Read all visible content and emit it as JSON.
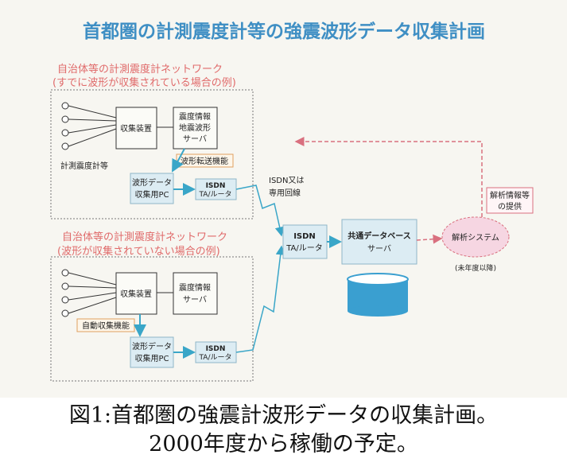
{
  "title": "首都圏の計測震度計等の強震波形データ収集計画",
  "network_a": {
    "heading_line1": "自治体等の計測震度計ネットワーク",
    "heading_line2": "(すでに波形が収集されている場合の例)",
    "collector_label": "収集装置",
    "server_line1": "震度情報",
    "server_line2": "地震波形",
    "server_line3": "サーバ",
    "sensor_label": "計測震度計等",
    "function_label": "波形転送機能",
    "pc_line1": "波形データ",
    "pc_line2": "収集用PC",
    "isdn_line1": "ISDN",
    "isdn_line2": "TA/ルータ"
  },
  "network_b": {
    "heading_line1": "自治体等の計測震度計ネットワーク",
    "heading_line2": "(波形が収集されていない場合の例)",
    "collector_label": "収集装置",
    "server_line1": "震度情報",
    "server_line2": "サーバ",
    "function_label": "自動収集機能",
    "pc_line1": "波形データ",
    "pc_line2": "収集用PC",
    "isdn_line1": "ISDN",
    "isdn_line2": "TA/ルータ"
  },
  "line_note_1": "ISDN又は",
  "line_note_2": "専用回線",
  "center": {
    "isdn_line1": "ISDN",
    "isdn_line2": "TA/ルータ",
    "db_line1": "共通データベース",
    "db_line2": "サーバ"
  },
  "analysis": {
    "label": "解析システム",
    "note": "(未年度以降)",
    "provide_line1": "解析情報等",
    "provide_line2": "の提供"
  },
  "caption_line1": "図1:首都圏の強震計波形データの収集計画。",
  "caption_line2": "2000年度から稼働の予定。",
  "colors": {
    "title": "#3f8fc4",
    "heading": "#e06a6a",
    "box_fill": "#dcecf3",
    "box_stroke": "#8fb6c8",
    "arrow": "#3aa6c8",
    "analysis_fill": "#f6d6e2",
    "analysis_stroke": "#d9707f"
  }
}
